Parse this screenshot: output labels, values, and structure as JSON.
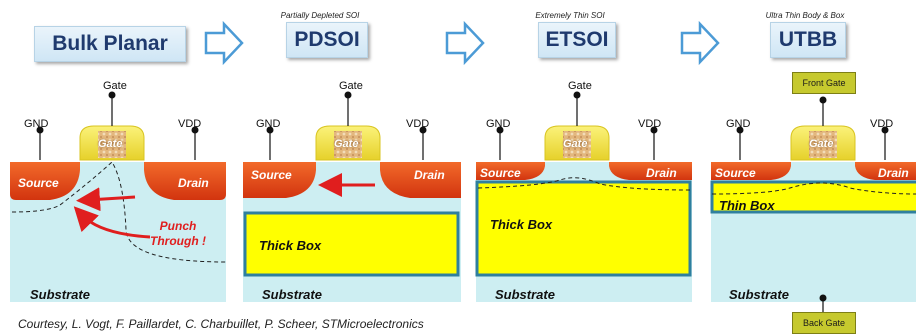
{
  "panels": [
    {
      "title": "Bulk Planar",
      "subtitle": "",
      "gate": "Gate",
      "gnd": "GND",
      "vdd": "VDD",
      "source": "Source",
      "drain": "Drain",
      "box": "",
      "substrate": "Substrate"
    },
    {
      "title": "PDSOI",
      "subtitle": "Partially Depleted SOI",
      "gate": "Gate",
      "gnd": "GND",
      "vdd": "VDD",
      "source": "Source",
      "drain": "Drain",
      "box": "Thick Box",
      "substrate": "Substrate"
    },
    {
      "title": "ETSOI",
      "subtitle": "Extremely Thin SOI",
      "gate": "Gate",
      "gnd": "GND",
      "vdd": "VDD",
      "source": "Source",
      "drain": "Drain",
      "box": "Thick Box",
      "substrate": "Substrate"
    },
    {
      "title": "UTBB",
      "subtitle": "Ultra Thin Body & Box",
      "gate": "Gate",
      "gnd": "GND",
      "vdd": "VDD",
      "source": "Source",
      "drain": "Drain",
      "box": "Thin Box",
      "substrate": "Substrate"
    }
  ],
  "gate_top_label": "Gate",
  "punch_line1": "Punch",
  "punch_line2": "Through !",
  "front_gate": "Front Gate",
  "back_gate": "Back Gate",
  "courtesy": "Courtesy, L. Vogt, F. Paillardet, C. Charbuillet, P. Scheer, STMicroelectronics",
  "colors": {
    "substrate": "#cdeef2",
    "box": "#ffff00",
    "box_border": "#2f7f9e",
    "source_drain": "#e8461c",
    "gate_shell": "#f2e23c",
    "gate_core": "#e9c79a",
    "arrow": "#e01e1e",
    "title_text": "#1f3a6e",
    "step_arrow": "#4c9bd6"
  }
}
